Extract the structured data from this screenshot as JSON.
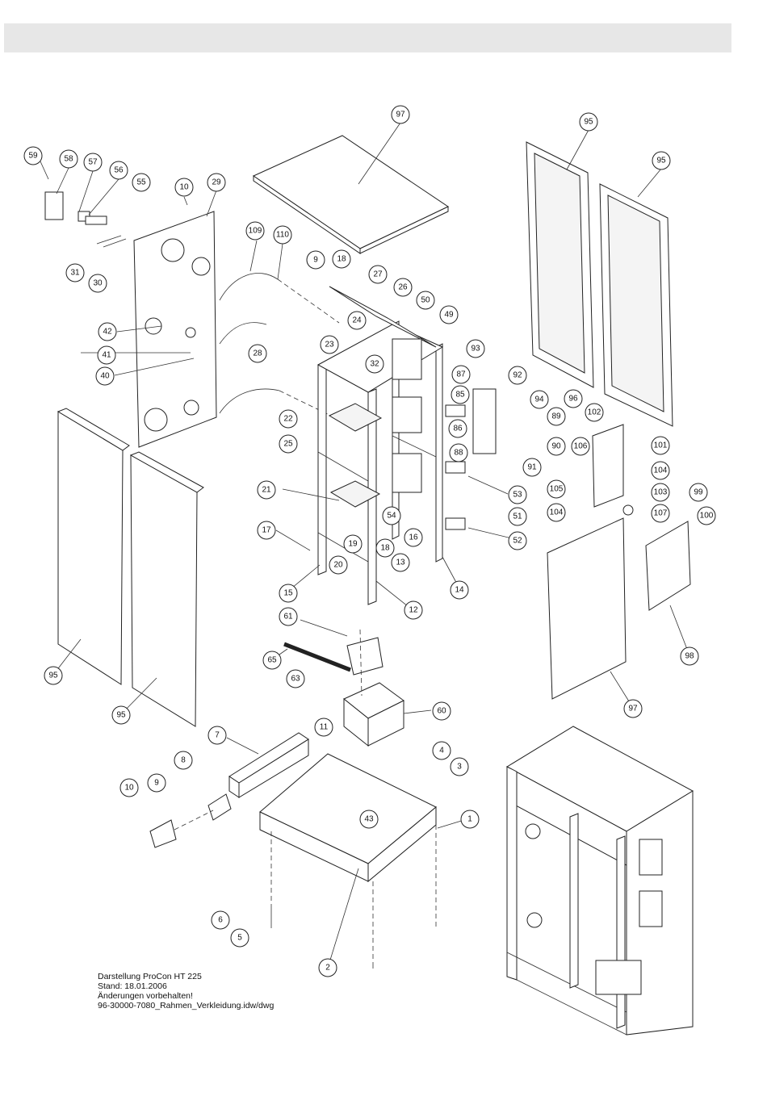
{
  "drawing_caption": {
    "lines": [
      "Darstellung ProCon HT 225",
      "Stand: 18.01.2006",
      "Änderungen vorbehalten!",
      "96-30000-7080_Rahmen_Verkleidung.idw/dwg"
    ]
  },
  "callouts": [
    {
      "label": "97"
    },
    {
      "label": "95"
    },
    {
      "label": "95"
    },
    {
      "label": "59"
    },
    {
      "label": "58"
    },
    {
      "label": "57"
    },
    {
      "label": "56"
    },
    {
      "label": "55"
    },
    {
      "label": "10"
    },
    {
      "label": "29"
    },
    {
      "label": "109"
    },
    {
      "label": "110"
    },
    {
      "label": "31"
    },
    {
      "label": "30"
    },
    {
      "label": "9"
    },
    {
      "label": "18"
    },
    {
      "label": "27"
    },
    {
      "label": "26"
    },
    {
      "label": "50"
    },
    {
      "label": "49"
    },
    {
      "label": "24"
    },
    {
      "label": "42"
    },
    {
      "label": "23"
    },
    {
      "label": "93"
    },
    {
      "label": "41"
    },
    {
      "label": "28"
    },
    {
      "label": "32"
    },
    {
      "label": "40"
    },
    {
      "label": "87"
    },
    {
      "label": "92"
    },
    {
      "label": "85"
    },
    {
      "label": "94"
    },
    {
      "label": "96"
    },
    {
      "label": "22"
    },
    {
      "label": "86"
    },
    {
      "label": "89"
    },
    {
      "label": "102"
    },
    {
      "label": "25"
    },
    {
      "label": "88"
    },
    {
      "label": "90"
    },
    {
      "label": "106"
    },
    {
      "label": "101"
    },
    {
      "label": "91"
    },
    {
      "label": "104"
    },
    {
      "label": "53"
    },
    {
      "label": "105"
    },
    {
      "label": "103"
    },
    {
      "label": "21"
    },
    {
      "label": "99"
    },
    {
      "label": "51"
    },
    {
      "label": "104"
    },
    {
      "label": "107"
    },
    {
      "label": "100"
    },
    {
      "label": "54"
    },
    {
      "label": "17"
    },
    {
      "label": "16"
    },
    {
      "label": "52"
    },
    {
      "label": "19"
    },
    {
      "label": "18"
    },
    {
      "label": "20"
    },
    {
      "label": "13"
    },
    {
      "label": "15"
    },
    {
      "label": "14"
    },
    {
      "label": "12"
    },
    {
      "label": "61"
    },
    {
      "label": "98"
    },
    {
      "label": "65"
    },
    {
      "label": "63"
    },
    {
      "label": "95"
    },
    {
      "label": "95"
    },
    {
      "label": "97"
    },
    {
      "label": "60"
    },
    {
      "label": "11"
    },
    {
      "label": "7"
    },
    {
      "label": "4"
    },
    {
      "label": "8"
    },
    {
      "label": "3"
    },
    {
      "label": "10"
    },
    {
      "label": "9"
    },
    {
      "label": "43"
    },
    {
      "label": "1"
    },
    {
      "label": "6"
    },
    {
      "label": "5"
    },
    {
      "label": "2"
    }
  ]
}
